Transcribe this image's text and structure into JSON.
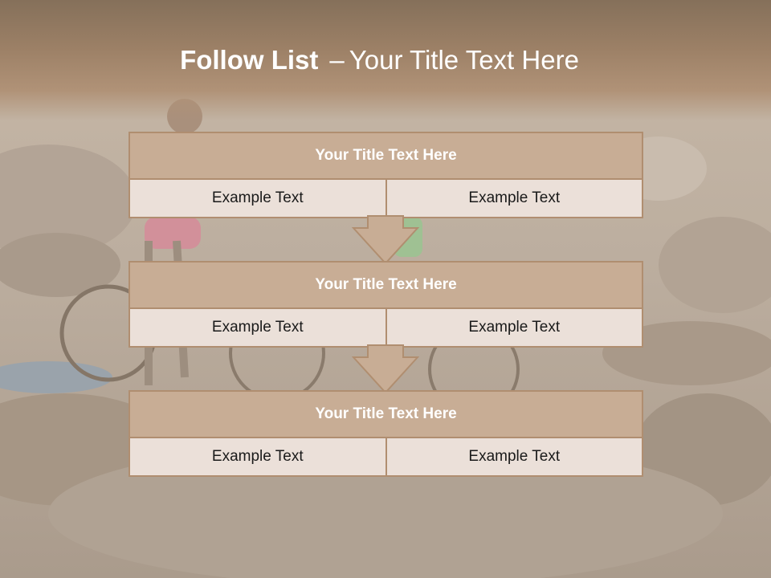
{
  "slide": {
    "title_bold": "Follow List",
    "title_dash": "–",
    "title_rest": "Your Title Text Here"
  },
  "blocks": [
    {
      "title": "Your Title Text Here",
      "left": "Example Text",
      "right": "Example Text"
    },
    {
      "title": "Your Title Text Here",
      "left": "Example Text",
      "right": "Example Text"
    },
    {
      "title": "Your Title Text Here",
      "left": "Example Text",
      "right": "Example Text"
    }
  ],
  "colors": {
    "title_fill": "#c8ad95",
    "cell_fill": "#ebe0d9",
    "border": "#b08e70",
    "arrow_fill": "#c8ad95"
  },
  "icons": {
    "connector": "down-arrow-icon"
  }
}
